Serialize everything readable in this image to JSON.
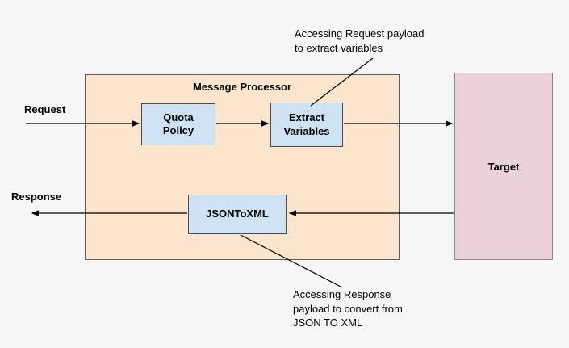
{
  "diagram": {
    "title": "Message Processor",
    "nodes": {
      "quota_policy": "Quota\nPolicy",
      "extract_variables": "Extract\nVariables",
      "json_to_xml": "JSONToXML",
      "target": "Target"
    },
    "flow_labels": {
      "request": "Request",
      "response": "Response"
    },
    "annotations": {
      "top": "Accessing Request payload\nto extract variables",
      "bottom": "Accessing Response\npayload to convert from\nJSON TO XML"
    },
    "colors": {
      "processor_fill": "#fce5cd",
      "node_fill": "#cfe2f3",
      "target_fill": "#ead1dc",
      "line": "#000000",
      "background": "#f6f6f6"
    }
  }
}
